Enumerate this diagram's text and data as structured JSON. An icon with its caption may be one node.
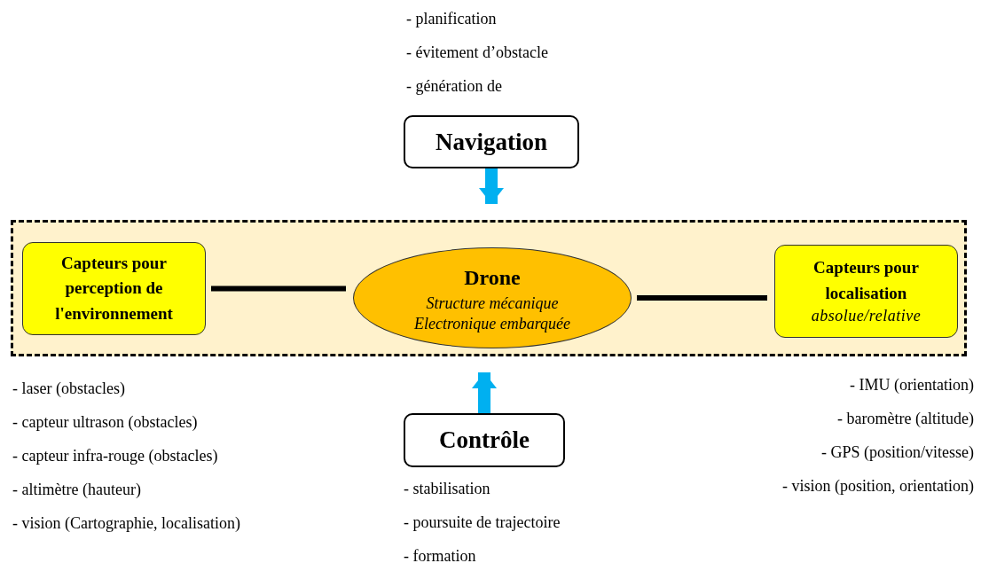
{
  "diagram": {
    "nodes": [
      {
        "text": [],
        "shape": "box"
      },
      {
        "text": [
          "Capteurs pour perception de l'environnement"
        ],
        "in": 0
      },
      {
        "text": [
          "Drone",
          "Structure mécanique",
          "Electronique embarquée"
        ],
        "in": 0
      },
      {
        "text": [
          "Capteurs pour localisation",
          "absolue/relative"
        ],
        "in": 0
      },
      {
        "text": [
          "Navigation"
        ],
        "beside": [
          "- planification",
          "- évitement d’obstacle",
          "- génération de"
        ]
      },
      {
        "text": [
          "Contrôle"
        ],
        "beside": [
          "- stabilisation",
          "- poursuite de trajectoire",
          "- formation"
        ]
      }
    ],
    "edges": [
      {
        "from": 4,
        "to": 0,
        "arrow": "to",
        "style": "thick",
        "color": "#00b0f0"
      },
      {
        "from": 5,
        "to": 0,
        "arrow": "to",
        "style": "thick",
        "color": "#00b0f0"
      },
      {
        "from": 1,
        "to": 2,
        "arrow": "none",
        "color": "#000000"
      },
      {
        "from": 2,
        "to": 3,
        "arrow": "none",
        "color": "#000000"
      }
    ],
    "labels": [
      "- laser (obstacles)",
      "- capteur ultrason (obstacles)",
      "- capteur infra-rouge (obstacles)",
      "- altimètre (hauteur)",
      "- vision (Cartographie, localisation)",
      "- IMU (orientation)",
      "- baromètre (altitude)",
      "- GPS (position/vitesse)",
      "- vision (position, orientation)"
    ]
  }
}
